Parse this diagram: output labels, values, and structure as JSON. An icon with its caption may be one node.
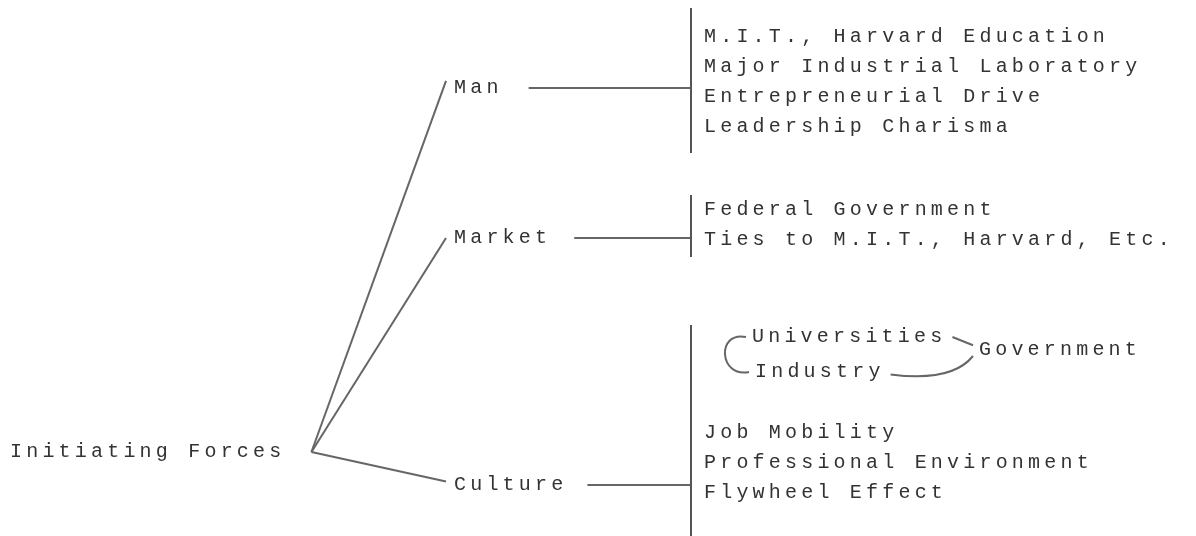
{
  "diagram": {
    "nodes": [
      {
        "text": [
          "Initiating Forces"
        ]
      },
      {
        "text": [
          "Man"
        ]
      },
      {
        "text": [
          "Market"
        ]
      },
      {
        "text": [
          "Culture"
        ]
      },
      {
        "text": [
          "M.I.T., Harvard Education",
          "Major Industrial Laboratory",
          "Entrepreneurial Drive",
          "Leadership Charisma"
        ]
      },
      {
        "text": [
          "Federal Government",
          "Ties to M.I.T., Harvard, Etc."
        ]
      },
      {
        "text": [
          "Job Mobility",
          "Professional Environment",
          "Flywheel Effect"
        ]
      },
      {
        "text": [
          "Universities"
        ],
        "in": 6
      },
      {
        "text": [
          "Industry"
        ],
        "in": 6
      },
      {
        "text": [
          "Government"
        ],
        "in": 6
      }
    ],
    "edges": [
      {
        "from": 0,
        "to": 1,
        "arrow": "none"
      },
      {
        "from": 0,
        "to": 2,
        "arrow": "none"
      },
      {
        "from": 0,
        "to": 3,
        "arrow": "none"
      },
      {
        "from": 1,
        "to": 4,
        "arrow": "none"
      },
      {
        "from": 2,
        "to": 5,
        "arrow": "none"
      },
      {
        "from": 3,
        "to": 6,
        "arrow": "none"
      },
      {
        "from": 7,
        "to": 8,
        "arrow": "none"
      },
      {
        "from": 7,
        "to": 9,
        "arrow": "none"
      },
      {
        "from": 8,
        "to": 9,
        "arrow": "none"
      }
    ]
  }
}
